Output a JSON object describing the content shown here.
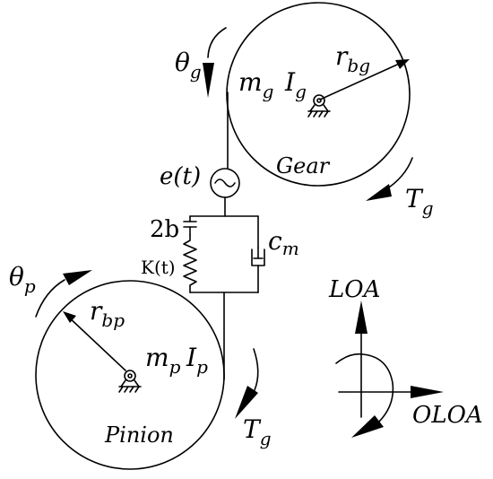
{
  "gear": {
    "mass": "m",
    "mass_sub": "g",
    "inertia": "I",
    "inertia_sub": "g",
    "radius": "r",
    "radius_sub": "bg",
    "angle": "θ",
    "angle_sub": "g",
    "torque": "T",
    "torque_sub": "g",
    "name": "Gear"
  },
  "pinion": {
    "mass": "m",
    "mass_sub": "p",
    "inertia": "I",
    "inertia_sub": "p",
    "radius": "r",
    "radius_sub": "bp",
    "angle": "θ",
    "angle_sub": "p",
    "torque": "T",
    "torque_sub": "g",
    "name": "Pinion"
  },
  "mesh": {
    "error": "e(t)",
    "backlash": "2b",
    "stiffness": "K(t)",
    "damping": "c",
    "damping_sub": "m"
  },
  "axes": {
    "loa": "LOA",
    "oloa": "OLOA"
  },
  "colors": {
    "ink": "#000000",
    "background": "#ffffff"
  }
}
